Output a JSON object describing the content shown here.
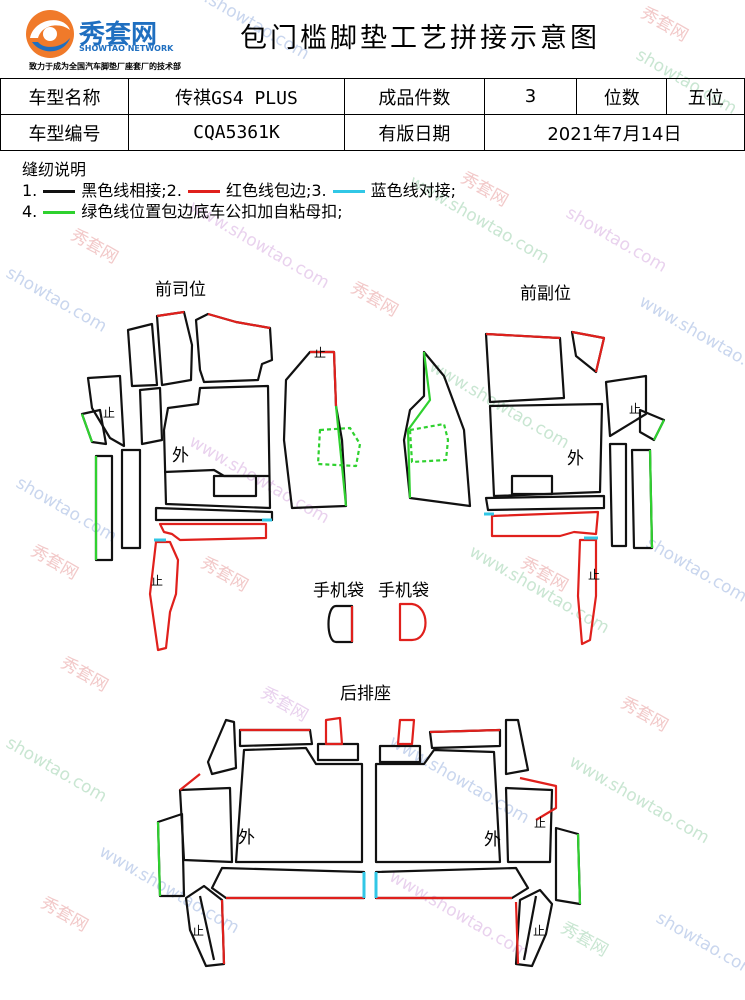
{
  "logo": {
    "name": "秀套网",
    "sub": "SHOWTAO NETWORK",
    "slogan": "致力于成为全国汽车脚垫厂座套厂的技术部"
  },
  "title": "包门槛脚垫工艺拼接示意图",
  "info": {
    "row1": {
      "model_name_label": "车型名称",
      "model_name": "传祺GS4 PLUS",
      "pieces_label": "成品件数",
      "pieces": "3",
      "seats_label": "位数",
      "seats": "五位"
    },
    "row2": {
      "model_code_label": "车型编号",
      "model_code": "CQA5361K",
      "date_label": "有版日期",
      "date": "2021年7月14日"
    }
  },
  "notes": {
    "heading": "缝纫说明",
    "n1_prefix": "1.",
    "n1_text": "黑色线相接;",
    "n2_prefix": "2.",
    "n2_text": "红色线包边;",
    "n3_prefix": "3.",
    "n3_text": "蓝色线对接;",
    "n4_prefix": "4.",
    "n4_text": "绿色线位置包边底车公扣加自粘母扣;"
  },
  "colors": {
    "black_line": "#111111",
    "red_line": "#e0201c",
    "blue_line": "#31c7e6",
    "green_line": "#2fd12f"
  },
  "sections": {
    "front_driver": "前司位",
    "front_passenger": "前副位",
    "phone_pocket_1": "手机袋",
    "phone_pocket_2": "手机袋",
    "rear": "后排座"
  },
  "marks": {
    "outside": "外",
    "stop": "止"
  },
  "watermarks": {
    "url": "www.showtao.com",
    "cn": "秀套网",
    "en": "showtao.com"
  }
}
